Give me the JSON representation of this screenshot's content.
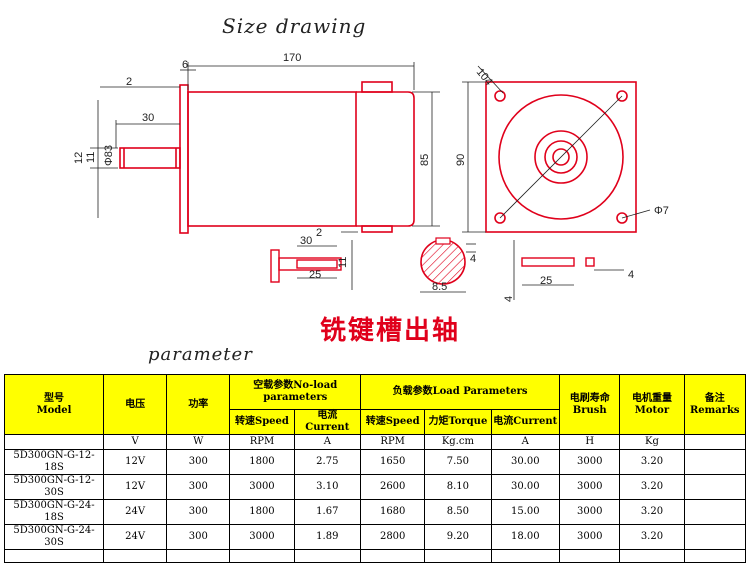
{
  "drawing": {
    "title": "Size drawing",
    "dimensions": {
      "length": "170",
      "flange": "6",
      "shaft_step": "2",
      "shaft_len": "30",
      "pilot": "Φ83",
      "shaft_dia": "12",
      "shaft_flat": "11",
      "body_height": "85",
      "square": "90",
      "diag": "104",
      "hole": "Φ7",
      "key_30": "30",
      "key_2": "2",
      "key_25": "25",
      "key_11": "11",
      "cross_4": "4",
      "cross_85": "8.5",
      "keybar_25": "25",
      "keybar_4a": "4",
      "keybar_4b": "4"
    },
    "caption": "铣键槽出轴"
  },
  "parameter_title": "parameter",
  "table": {
    "headers": {
      "model": "型号\nModel",
      "voltage": "电压",
      "power": "功率",
      "noload": "空载参数No-load parameters",
      "load": "负载参数Load Parameters",
      "brush": "电刷寿命 Brush",
      "weight": "电机重量 Motor",
      "remarks": "备注 Remarks"
    },
    "subheaders": {
      "noload_speed": "转速Speed",
      "noload_current": "电流Current",
      "load_speed": "转速Speed",
      "load_torque": "力矩Torque",
      "load_current": "电流Current"
    },
    "units": [
      "V",
      "W",
      "RPM",
      "A",
      "RPM",
      "Kg.cm",
      "A",
      "H",
      "Kg"
    ],
    "rows": [
      [
        "5D300GN-G-12-18S",
        "12V",
        "300",
        "1800",
        "2.75",
        "1650",
        "7.50",
        "30.00",
        "3000",
        "3.20",
        ""
      ],
      [
        "5D300GN-G-12-30S",
        "12V",
        "300",
        "3000",
        "3.10",
        "2600",
        "8.10",
        "30.00",
        "3000",
        "3.20",
        ""
      ],
      [
        "5D300GN-G-24-18S",
        "24V",
        "300",
        "1800",
        "1.67",
        "1680",
        "8.50",
        "15.00",
        "3000",
        "3.20",
        ""
      ],
      [
        "5D300GN-G-24-30S",
        "24V",
        "300",
        "3000",
        "1.89",
        "2800",
        "9.20",
        "18.00",
        "3000",
        "3.20",
        ""
      ]
    ]
  },
  "colors": {
    "drawing_red": "#e0001b",
    "table_header": "#ffff00",
    "dimension": "#222222"
  }
}
